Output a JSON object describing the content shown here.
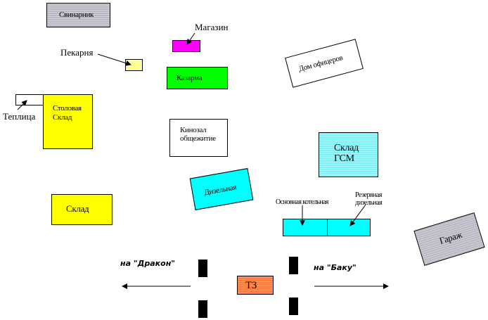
{
  "title": "Site plan",
  "buildings": {
    "svinarnik": {
      "label": "Свинарник",
      "color": "#c0c0cc"
    },
    "magazin": {
      "label": "Магазин",
      "color": "#ff00ff"
    },
    "pekarnya": {
      "label": "Пекарня",
      "color": "#ffff99"
    },
    "kazarma": {
      "label": "Казарма",
      "color": "#00ff00"
    },
    "dom_ofitserov": {
      "label": "Дом офицеров",
      "color": "#ffffff"
    },
    "teplitsa": {
      "label": "Теплица",
      "color": "#ffffff"
    },
    "stolovaya": {
      "line1": "Столовая",
      "line2": "Склад",
      "color": "#ffff00"
    },
    "kinozal": {
      "line1": "Кинозал",
      "line2": "общежитие",
      "color": "#ffffff"
    },
    "sklad_gsm": {
      "line1": "Склад",
      "line2": "ГСМ",
      "color": "#99f4fb"
    },
    "dizelnaya": {
      "label": "Дизельная",
      "color": "#00ffff"
    },
    "sklad": {
      "label": "Склад",
      "color": "#ffff00"
    },
    "osnovnaya_kotelnaya": {
      "label": "Основная котельная",
      "color": "#00ffff"
    },
    "rezervnaya_dizelnaya": {
      "line1": "Резервная",
      "line2": "дизельная",
      "color": "#00ffff"
    },
    "garazh": {
      "label": "Гараж",
      "color": "#c0c0c0"
    },
    "tz": {
      "label": "ТЗ",
      "color": "#ff8040"
    }
  },
  "roads": {
    "left": {
      "label": "на \"Дракон\"",
      "direction": "left"
    },
    "right": {
      "label": "на \"Баку\"",
      "direction": "right"
    }
  }
}
